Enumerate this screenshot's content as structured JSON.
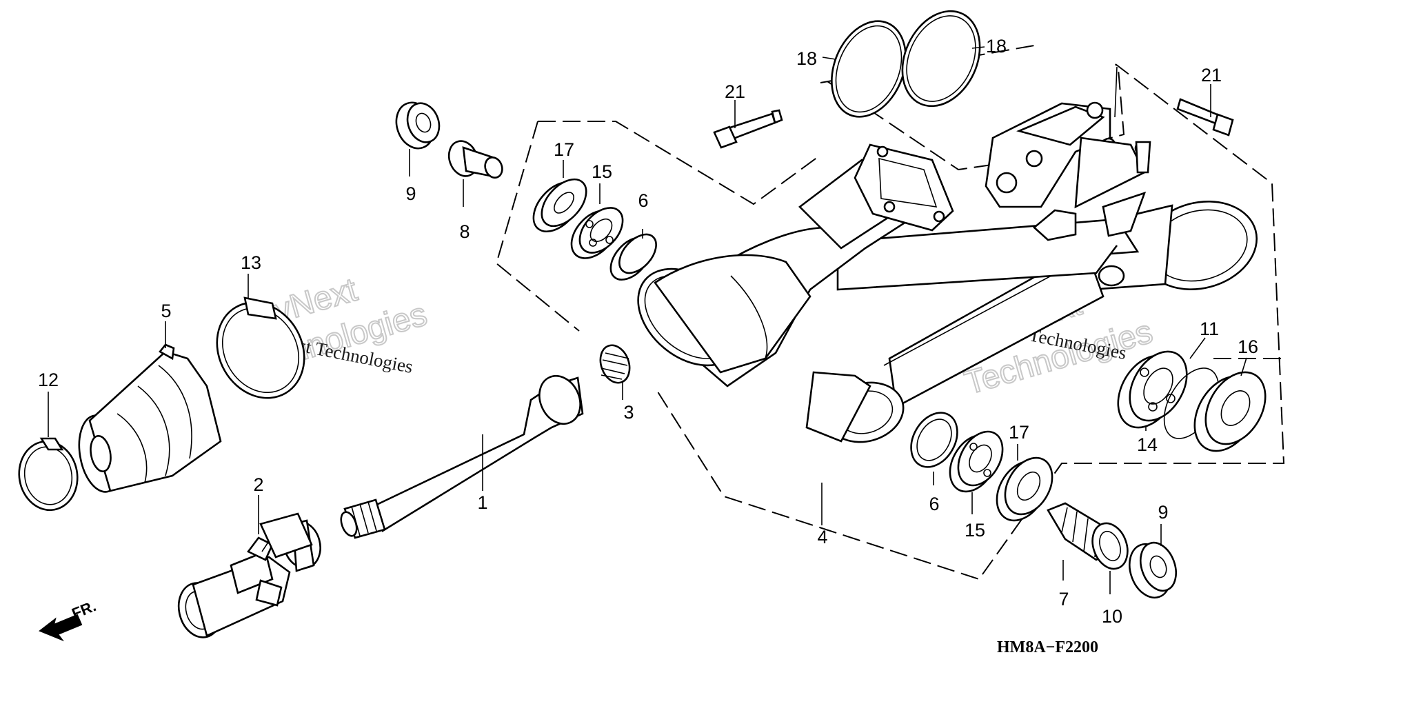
{
  "diagram_code": "HM8A−F2200",
  "front_label": "FR.",
  "watermark": {
    "line1": "vNext",
    "line2": "Technologies",
    "small": "vNext Technologies"
  },
  "callouts": [
    "1",
    "2",
    "3",
    "4",
    "5",
    "6",
    "6",
    "7",
    "8",
    "9",
    "9",
    "10",
    "11",
    "12",
    "13",
    "14",
    "15",
    "15",
    "16",
    "17",
    "17",
    "18",
    "18",
    "21",
    "21"
  ]
}
